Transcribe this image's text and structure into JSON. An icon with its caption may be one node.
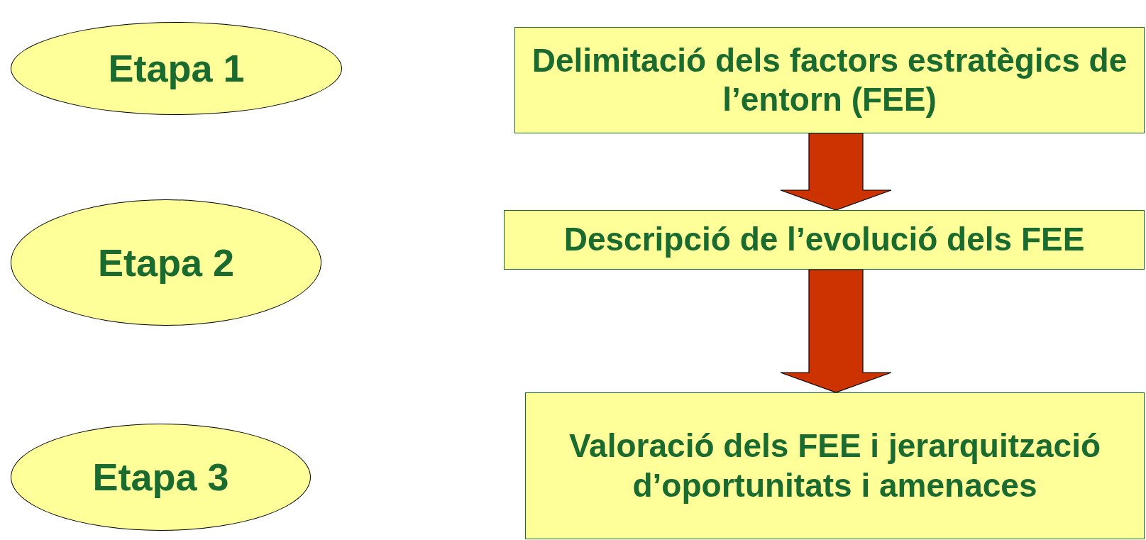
{
  "diagram": {
    "nodes": [
      {
        "text": [
          "Etapa 1"
        ]
      },
      {
        "text": [
          "Etapa 2"
        ]
      },
      {
        "text": [
          "Etapa 3"
        ]
      },
      {
        "text": [
          "Delimitació dels factors estratègics de l’entorn (FEE)"
        ]
      },
      {
        "text": [
          "Descripció de l’evolució dels FEE"
        ]
      },
      {
        "text": [
          "Valoració dels FEE i jerarquització d’oportunitats i amenaces"
        ]
      }
    ],
    "edges": [
      {
        "from": 3,
        "to": 4,
        "arrow": "to"
      },
      {
        "from": 4,
        "to": 5,
        "arrow": "to"
      }
    ]
  }
}
